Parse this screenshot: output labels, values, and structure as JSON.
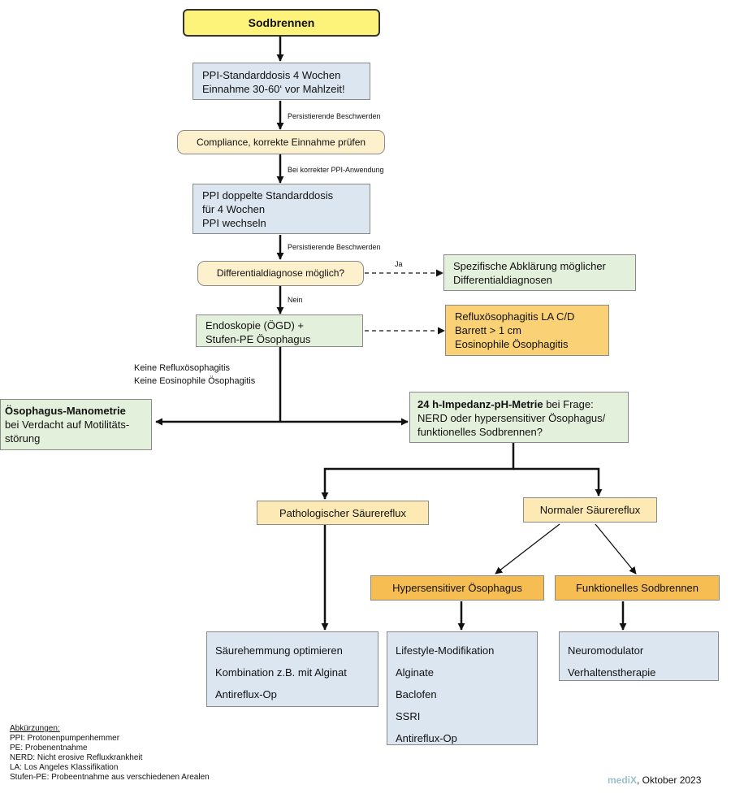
{
  "nodes": {
    "sodbrennen": "Sodbrennen",
    "ppi_standard": [
      "PPI-Standarddosis 4 Wochen",
      "Einnahme 30-60‘ vor Mahlzeit!"
    ],
    "compliance": "Compliance, korrekte Einnahme prüfen",
    "ppi_double": [
      "PPI doppelte Standarddosis",
      "für 4 Wochen",
      "PPI wechseln"
    ],
    "differential": "Differentialdiagnose möglich?",
    "specific": [
      "Spezifische Abklärung möglicher",
      "Differentialdiagnosen"
    ],
    "endoskopie": [
      "Endoskopie (ÖGD) +",
      "Stufen-PE Ösophagus"
    ],
    "reflux_findings": [
      "Refluxösophagitis LA C/D",
      "Barrett > 1 cm",
      "Eosinophile Ösophagitis"
    ],
    "manometrie": {
      "bold": "Ösophagus-Manometrie",
      "lines": [
        "bei Verdacht auf Motilitäts-",
        "störung"
      ]
    },
    "impedanz": {
      "bold": "24 h-Impedanz-pH-Metrie",
      "rest": " bei Frage:",
      "lines": [
        "NERD oder hypersensitiver Ösophagus/",
        "funktionelles Sodbrennen?"
      ]
    },
    "pathologisch": "Pathologischer Säurereflux",
    "normal": "Normaler Säurereflux",
    "hypersensitiv": "Hypersensitiver Ösophagus",
    "funktionell": "Funktionelles Sodbrennen",
    "saeurehemmung": [
      "Säurehemmung optimieren",
      "Kombination z.B. mit Alginat",
      "Antireflux-Op"
    ],
    "lifestyle": [
      "Lifestyle-Modifikation",
      "Alginate",
      "Baclofen",
      "SSRI",
      "Antireflux-Op"
    ],
    "neuromodulator": [
      "Neuromodulator",
      "Verhaltenstherapie"
    ]
  },
  "edge_labels": {
    "persist_1": "Persistierende Beschwerden",
    "korrekt": "Bei korrekter PPI-Anwendung",
    "persist_2": "Persistierende Beschwerden",
    "ja": "Ja",
    "nein": "Nein",
    "keine": [
      "Keine Refluxösophagitis",
      "Keine Eosinophile Ösophagitis"
    ]
  },
  "abbreviations": {
    "title": "Abkürzungen:",
    "items": [
      "PPI: Protonenpumpenhemmer",
      "PE: Probenentnahme",
      "NERD: Nicht erosive Refluxkrankheit",
      "LA: Los Angeles Klassifikation",
      "Stufen-PE: Probeentnahme aus verschiedenen Arealen"
    ]
  },
  "credit": {
    "brand": "mediX",
    "text": ", Oktober 2023"
  },
  "colors": {
    "start": "#fdf27a",
    "blue": "#dbe6f1",
    "cream": "#fdf0cc",
    "green": "#e3f0db",
    "orange": "#fad175",
    "peach": "#fde9b3",
    "amber": "#f6bd53",
    "brand": "#9bbfca"
  }
}
